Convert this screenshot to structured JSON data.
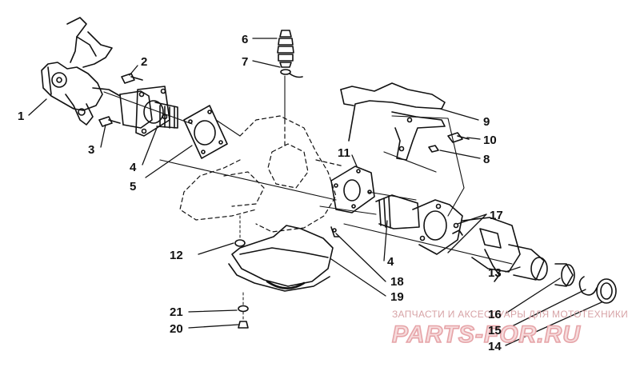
{
  "labels": [
    {
      "id": "1",
      "text": "1"
    },
    {
      "id": "2",
      "text": "2"
    },
    {
      "id": "3",
      "text": "3"
    },
    {
      "id": "4a",
      "text": "4"
    },
    {
      "id": "5",
      "text": "5"
    },
    {
      "id": "6",
      "text": "6"
    },
    {
      "id": "7",
      "text": "7"
    },
    {
      "id": "8",
      "text": "8"
    },
    {
      "id": "9",
      "text": "9"
    },
    {
      "id": "10",
      "text": "10"
    },
    {
      "id": "11",
      "text": "11"
    },
    {
      "id": "12",
      "text": "12"
    },
    {
      "id": "4b",
      "text": "4"
    },
    {
      "id": "13",
      "text": "13"
    },
    {
      "id": "14",
      "text": "14"
    },
    {
      "id": "15",
      "text": "15"
    },
    {
      "id": "16",
      "text": "16"
    },
    {
      "id": "17",
      "text": "17"
    },
    {
      "id": "18",
      "text": "18"
    },
    {
      "id": "19",
      "text": "19"
    },
    {
      "id": "20",
      "text": "20"
    },
    {
      "id": "21",
      "text": "21"
    }
  ],
  "watermark": {
    "tagline": "ЗАПЧАСТИ И АКСЕССУАРЫ ДЛЯ МОТОТЕХНИКИ",
    "brand": "PARTS-FOR.RU"
  },
  "colors": {
    "ink": "#111111",
    "watermark": "#e6a4a8"
  }
}
